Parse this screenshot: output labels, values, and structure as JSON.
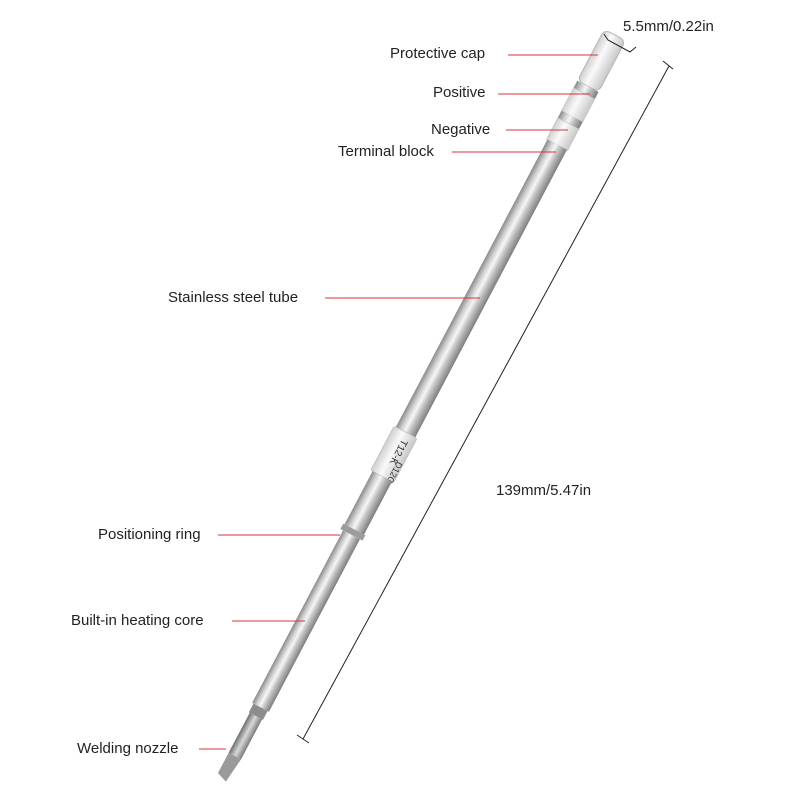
{
  "labels": {
    "protective_cap": "Protective cap",
    "positive": "Positive",
    "negative": "Negative",
    "terminal_block": "Terminal block",
    "stainless_steel_tube": "Stainless steel tube",
    "positioning_ring": "Positioning ring",
    "builtin_heating_core": "Built-in heating core",
    "welding_nozzle": "Welding nozzle"
  },
  "dimensions": {
    "diameter": "5.5mm/0.22in",
    "length": "139mm/5.47in"
  },
  "tip_marking": "T12-K",
  "tip_marking_2": "D12G",
  "colors": {
    "leader_line": "#d9343a",
    "dimension_line": "#222222",
    "steel_light": "#f1f1f1",
    "steel_mid": "#bdbdbd",
    "steel_dark": "#8a8a8a",
    "cap_white": "#ededed"
  }
}
